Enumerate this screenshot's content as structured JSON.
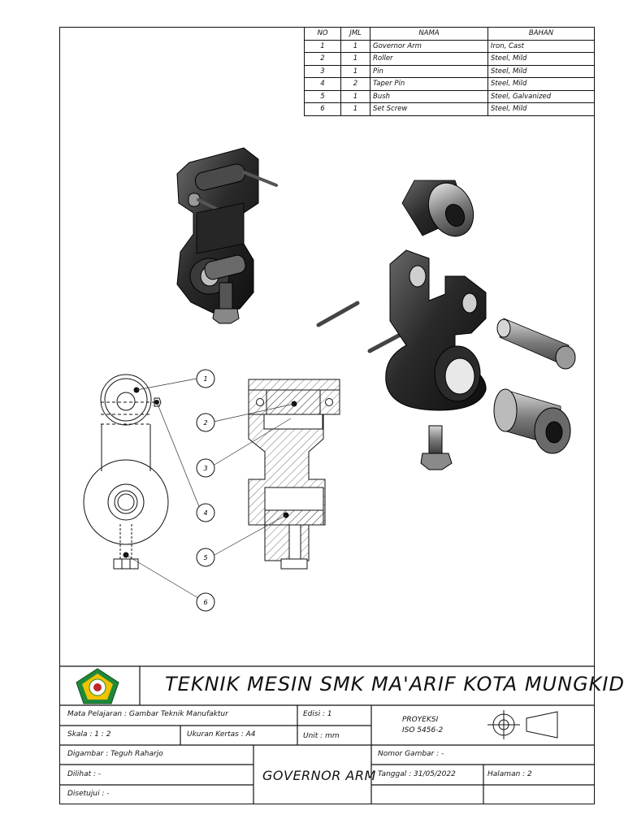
{
  "bom": {
    "headers": {
      "no": "NO",
      "qty": "JML",
      "name": "NAMA",
      "material": "BAHAN"
    },
    "rows": [
      {
        "no": "1",
        "qty": "1",
        "name": "Governor Arm",
        "material": "Iron, Cast"
      },
      {
        "no": "2",
        "qty": "1",
        "name": "Roller",
        "material": "Steel, Mild"
      },
      {
        "no": "3",
        "qty": "1",
        "name": "Pin",
        "material": "Steel, Mild"
      },
      {
        "no": "4",
        "qty": "2",
        "name": "Taper Pin",
        "material": "Steel, Mild"
      },
      {
        "no": "5",
        "qty": "1",
        "name": "Bush",
        "material": "Steel, Galvanized"
      },
      {
        "no": "6",
        "qty": "1",
        "name": "Set Screw",
        "material": "Steel, Mild"
      }
    ]
  },
  "balloons": [
    "1",
    "2",
    "3",
    "4",
    "5",
    "6"
  ],
  "title_block": {
    "school": "TEKNIK MESIN SMK MA'ARIF KOTA MUNGKID",
    "subject": "Mata Pelajaran : Gambar Teknik Manufaktur",
    "edition": "Edisi : 1",
    "scale": "Skala : 1 : 2",
    "paper": "Ukuran Kertas : A4",
    "unit": "Unit : mm",
    "projection_label": "PROYEKSI",
    "projection_standard": "ISO 5456-2",
    "drawn_by": "Digambar : Teguh Raharjo",
    "checked": "Dilihat : -",
    "approved": "Disetujui : -",
    "part_name": "GOVERNOR ARM",
    "drawing_number": "Nomor Gambar : -",
    "date": "Tanggal : 31/05/2022",
    "page": "Halaman : 2"
  },
  "colors": {
    "ink": "#111111",
    "logo_green": "#1f8a3a",
    "logo_yellow": "#f2c200"
  }
}
